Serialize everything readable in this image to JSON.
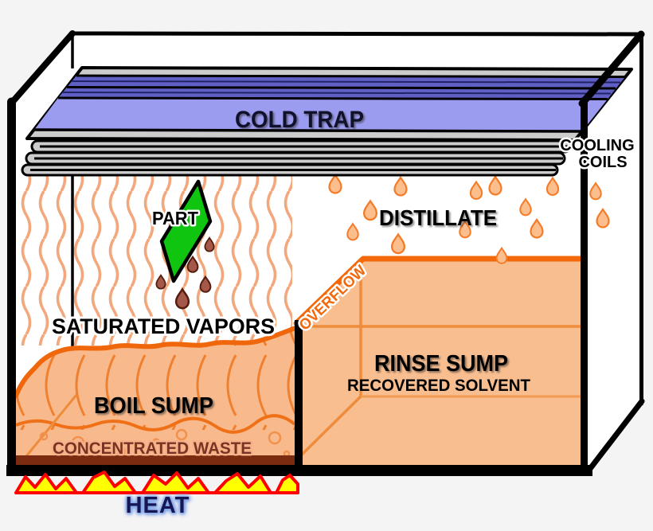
{
  "diagram": {
    "title_implied": "Vapor degreaser solvent recovery diagram",
    "labels": {
      "cold_trap": "COLD TRAP",
      "cooling_coils": {
        "line1": "COOLING",
        "line2": "COILS"
      },
      "part": "PART",
      "distillate": "DISTILLATE",
      "overflow": "OVERFLOW",
      "saturated_vapors": "SATURATED VAPORS",
      "boil_sump": "BOIL SUMP",
      "concentrated_waste": "CONCENTRATED WASTE",
      "rinse_sump": "RINSE SUMP",
      "recovered_solvent": "RECOVERED SOLVENT",
      "heat": "HEAT"
    },
    "colors": {
      "page_background": "#f4f4f5",
      "box_interior": "#ffffff",
      "outline_black": "#000000",
      "cold_trap_dark_blue": "#6060c4",
      "cold_trap_light_blue": "#9b9bef",
      "cold_trap_navy_line": "#222266",
      "tray_gray": "#cccccc",
      "vapor_wave_orange": "#f2a87c",
      "liquid_fill_orange": "#f8ba8c",
      "liquid_edge_orange": "#f2680b",
      "interior_line_orange": "#ef8c3c",
      "part_green": "#0fc50f",
      "dirty_drop_fill": "#a4584a",
      "dirty_drop_edge": "#571e0f",
      "distillate_drop_fill": "#fbbe8c",
      "distillate_drop_edge": "#f47b28",
      "waste_strip_brown": "#7a2b10",
      "waste_text_brown": "#7a3322",
      "flame_yellow": "#ffff00",
      "flame_red": "#ff0000",
      "heat_text_navy": "#161655",
      "heat_glow_blue": "#86a8e8",
      "cold_trap_text": "#11112b"
    }
  }
}
